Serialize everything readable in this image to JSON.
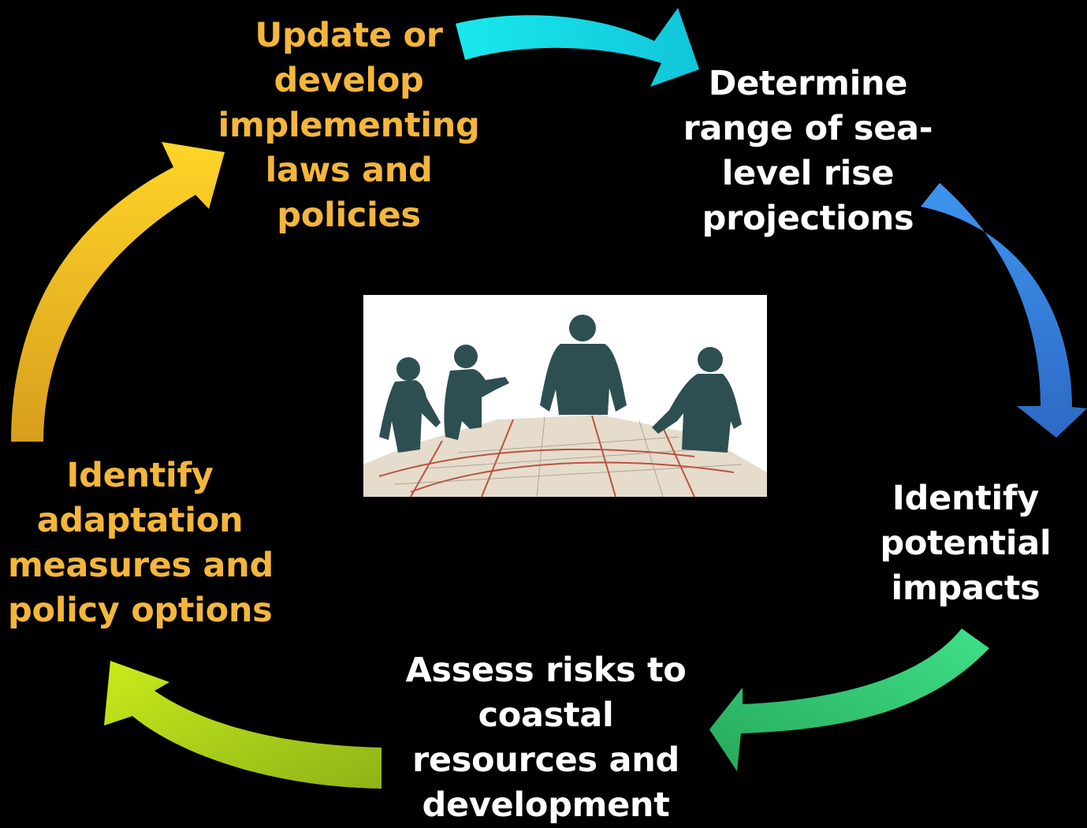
{
  "colors": {
    "background": "#000000",
    "white_text": "#ffffff",
    "orange_text": "#f4b63b",
    "arrow_cyan_from": "#19e8ec",
    "arrow_cyan_to": "#12c5da",
    "arrow_blue_from": "#3e94ee",
    "arrow_blue_to": "#2d69c4",
    "arrow_green_from": "#3fe08a",
    "arrow_green_to": "#27a95a",
    "arrow_lime_from": "#c9ec1a",
    "arrow_lime_to": "#8fb319",
    "arrow_yellow_from": "#ffd528",
    "arrow_yellow_to": "#d79e1e",
    "silhouette": "#2e4f52",
    "map_base": "#e6dccb",
    "map_roads": "#b23a2e"
  },
  "cycle": {
    "steps": [
      {
        "id": "update",
        "lines": [
          "Update or",
          "develop",
          "implementing",
          "laws and",
          "policies"
        ],
        "color": "orange"
      },
      {
        "id": "determine",
        "lines": [
          "Determine",
          "range of sea-",
          "level rise",
          "projections"
        ],
        "color": "white"
      },
      {
        "id": "impacts",
        "lines": [
          "Identify",
          "potential",
          "impacts"
        ],
        "color": "white"
      },
      {
        "id": "assess",
        "lines": [
          "Assess risks to",
          "coastal",
          "resources and",
          "development"
        ],
        "color": "white"
      },
      {
        "id": "adapt",
        "lines": [
          "Identify",
          "adaptation",
          "measures and",
          "policy options"
        ],
        "color": "orange"
      }
    ],
    "arrows": [
      "cyan",
      "blue",
      "green",
      "lime",
      "yellow"
    ],
    "center_image": "business-people-over-city-map-illustration"
  }
}
